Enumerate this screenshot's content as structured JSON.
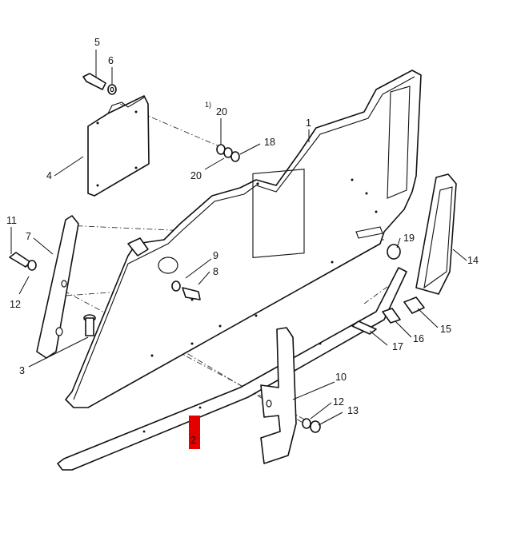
{
  "diagram": {
    "highlight_color": "#e50000",
    "footnote_marker": "1)",
    "highlighted_callout": "2",
    "callouts": {
      "c1": "1",
      "c2": "2",
      "c3": "3",
      "c4": "4",
      "c5": "5",
      "c6": "6",
      "c7": "7",
      "c8": "8",
      "c9": "9",
      "c10": "10",
      "c11": "11",
      "c12a": "12",
      "c12b": "12",
      "c13": "13",
      "c14": "14",
      "c15": "15",
      "c16": "16",
      "c17": "17",
      "c18": "18",
      "c19": "19",
      "c20a": "20",
      "c20b": "20"
    }
  }
}
